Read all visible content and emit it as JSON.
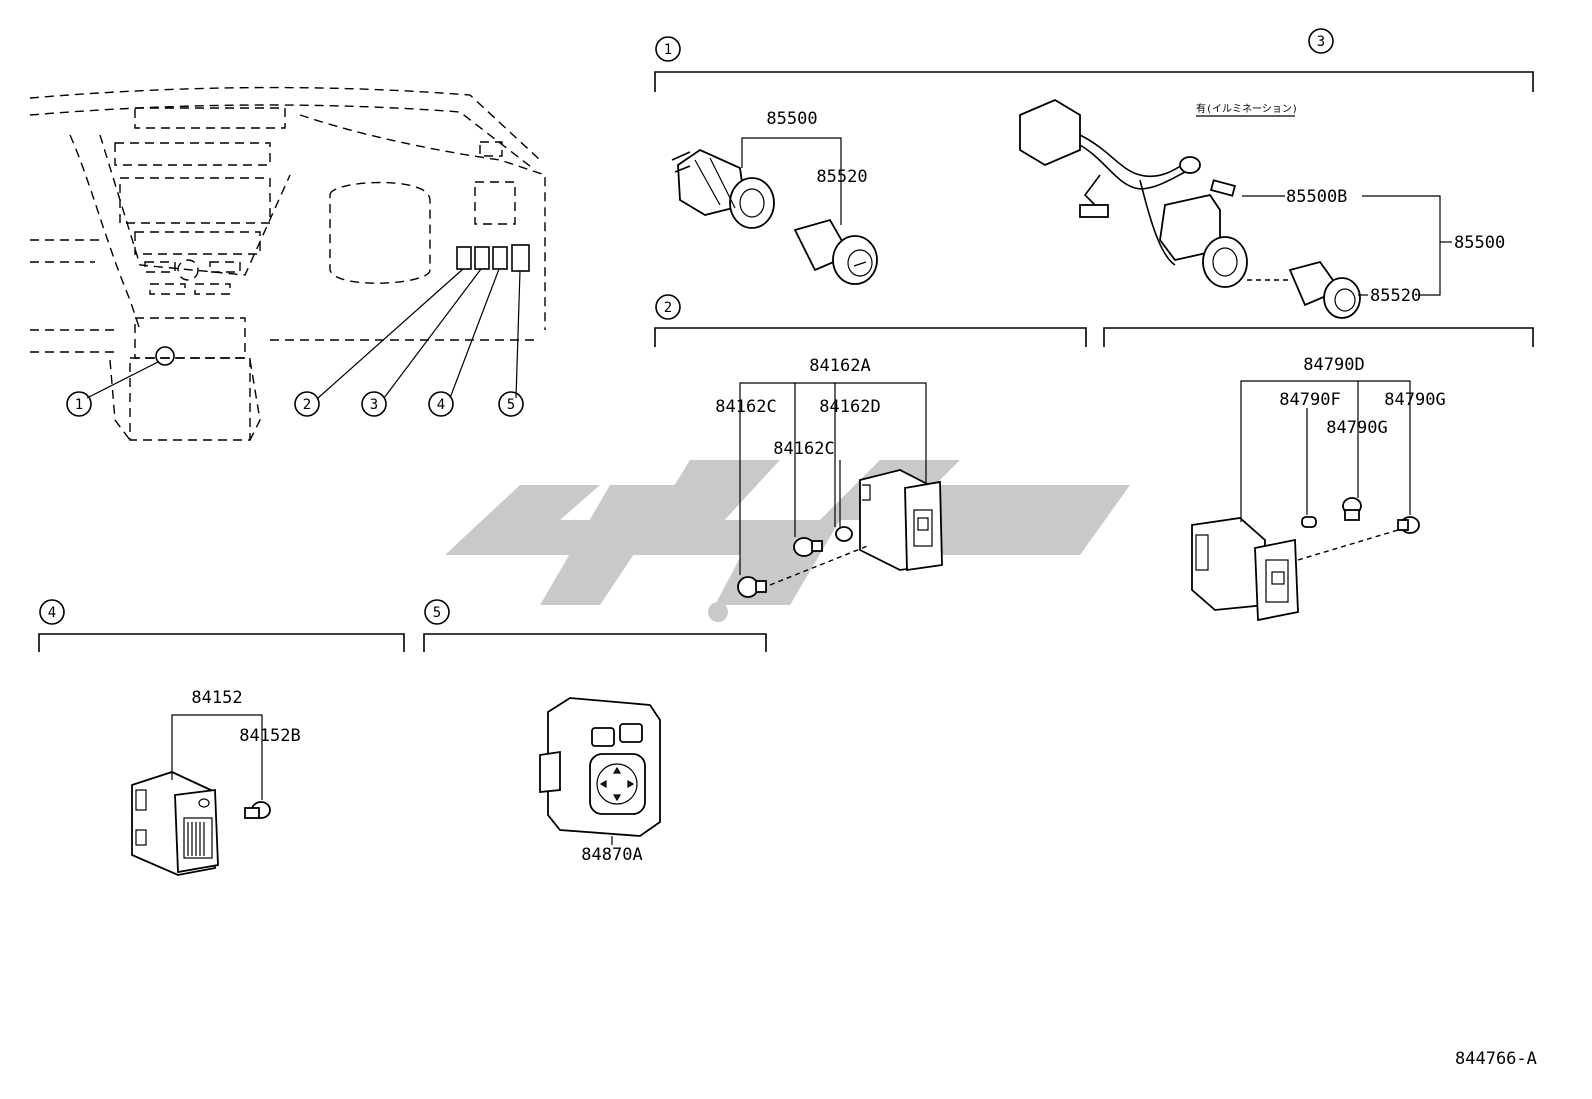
{
  "callouts": {
    "c1": "1",
    "c2": "2",
    "c3": "3",
    "c4": "4",
    "c5": "5"
  },
  "sections": {
    "s1_marker": "1",
    "s3_marker": "3",
    "s2_marker": "2",
    "s4_marker": "4",
    "s5_marker": "5"
  },
  "parts": {
    "p85500_a": "85500",
    "p85520_a": "85520",
    "note_illum": "有(イルミネーション)",
    "p85500B": "85500B",
    "p85500_b": "85500",
    "p85520_b": "85520",
    "p84162A": "84162A",
    "p84162C_a": "84162C",
    "p84162D": "84162D",
    "p84162C_b": "84162C",
    "p84790D": "84790D",
    "p84790F": "84790F",
    "p84790G_a": "84790G",
    "p84790G_b": "84790G",
    "p84152": "84152",
    "p84152B": "84152B",
    "p84870A": "84870A"
  },
  "footer": {
    "diagram_id": "844766-A"
  }
}
